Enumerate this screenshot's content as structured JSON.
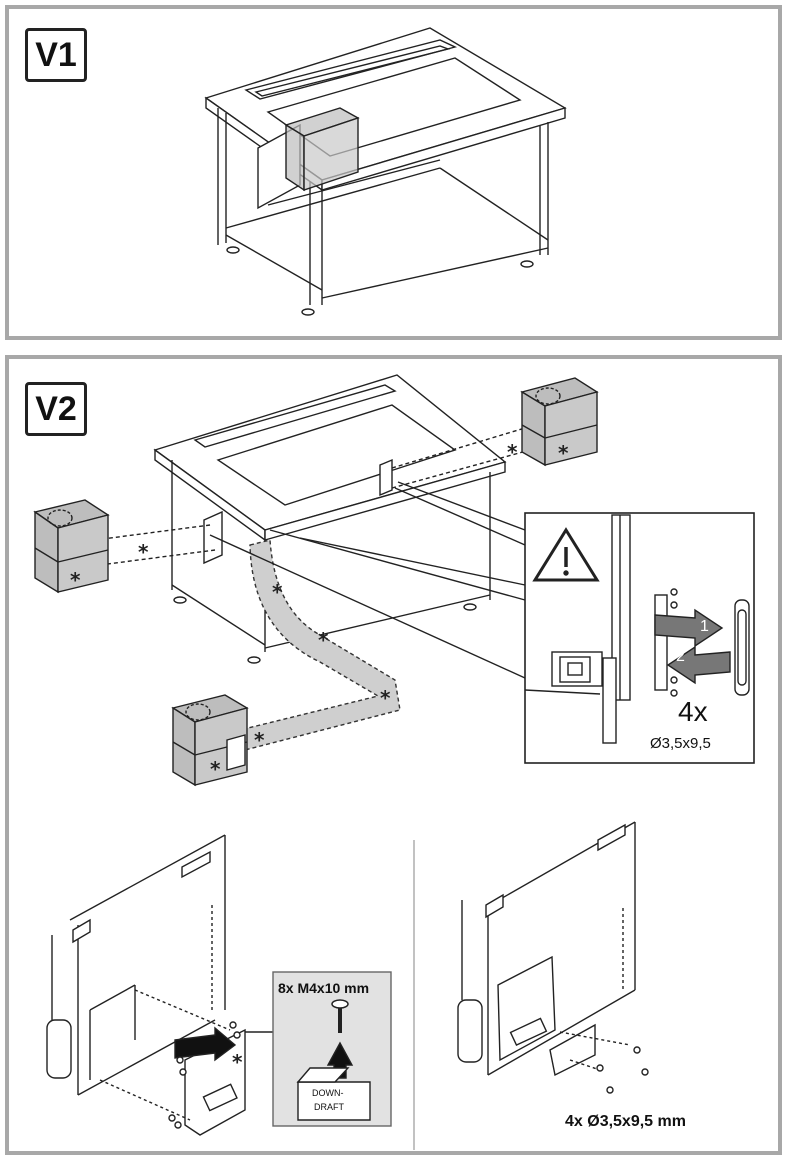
{
  "panels": {
    "v1": {
      "label": "V1"
    },
    "v2": {
      "label": "V2"
    }
  },
  "detail": {
    "warning_icon": "warning-triangle-icon",
    "steps": [
      "1",
      "2"
    ],
    "screw_count": "4x",
    "screw_size": "Ø3,5x9,5"
  },
  "screw_box": {
    "title": "8x M4x10 mm",
    "box_text_line1": "DOWN-",
    "box_text_line2": "DRAFT"
  },
  "bottom_right": {
    "label": "4x Ø3,5x9,5 mm"
  },
  "markers": {
    "asterisk": "*"
  },
  "colors": {
    "frame": "#a8a8a8",
    "line": "#222222",
    "fill_gray": "#c8c8c8",
    "box_bg": "#e2e2e2"
  }
}
